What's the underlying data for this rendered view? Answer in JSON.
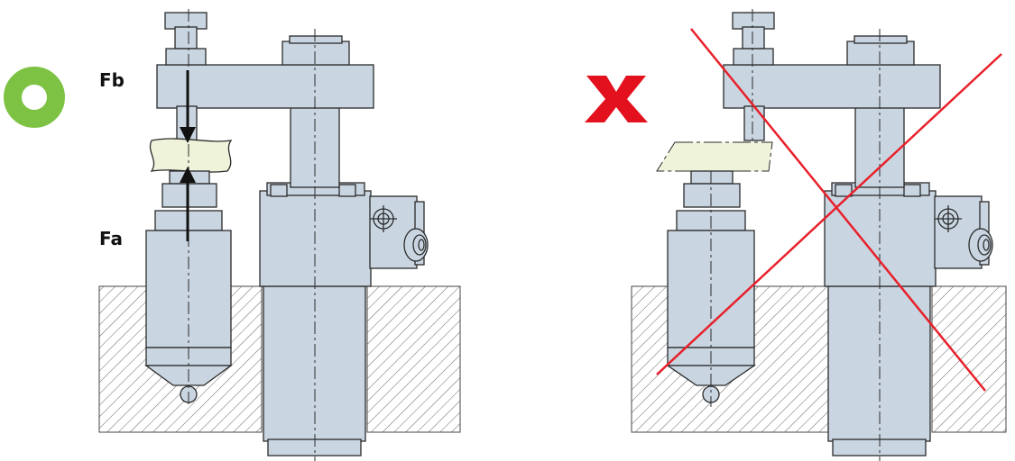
{
  "labels": {
    "force_top": "Fb",
    "force_bottom": "Fa"
  },
  "panels": [
    {
      "verdict": "correct",
      "symbol": "O-mark"
    },
    {
      "verdict": "incorrect",
      "symbol": "X-mark"
    }
  ],
  "colors": {
    "steel": "#c9d6e1",
    "steel_shadow": "#b5c4d1",
    "outline": "#2b2b2b",
    "workpiece": "#eef3d9",
    "correct_mark": "#7dc242",
    "wrong_mark": "#e3101e",
    "cross_lines": "#e8202a",
    "hatch": "#555555"
  },
  "icons": {
    "correct": "green-circle-icon",
    "wrong": "red-x-icon",
    "arrow": "force-arrow-icon"
  }
}
